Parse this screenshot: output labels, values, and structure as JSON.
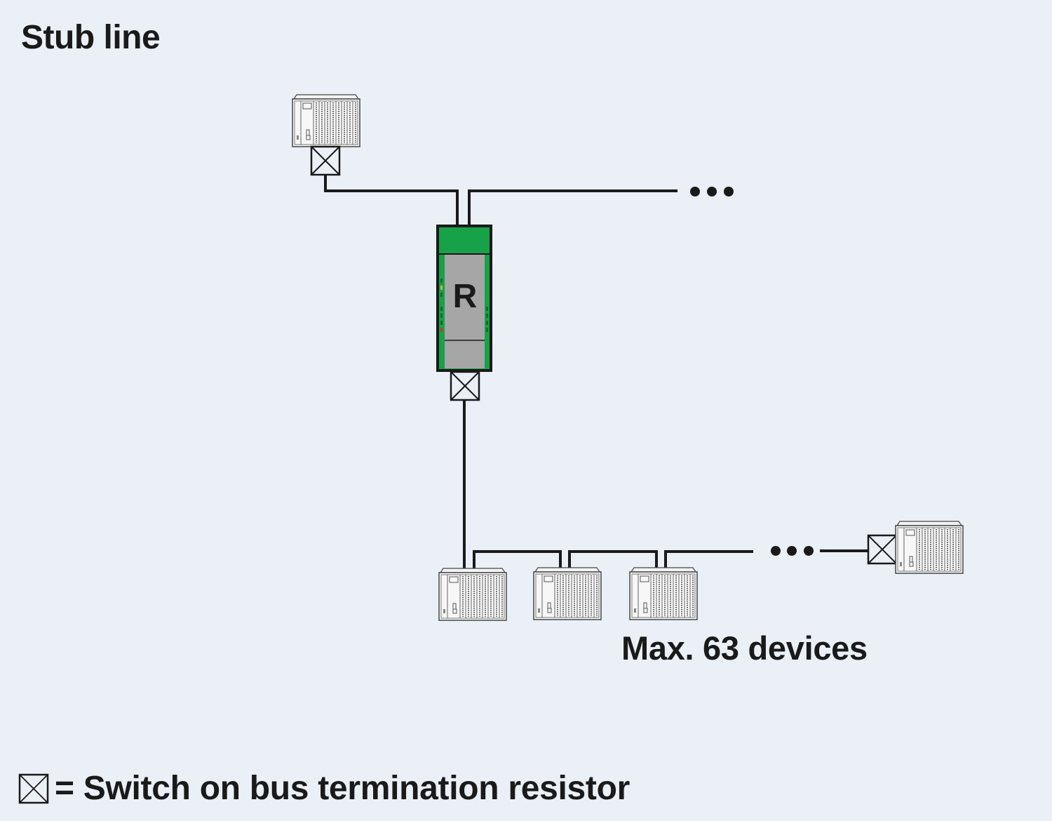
{
  "title": "Stub line",
  "repeater": {
    "label": "R",
    "body_color": "#a6a6a6",
    "accent_color": "#17a24a"
  },
  "device_count_label": "Max. 63 devices",
  "legend": {
    "symbol": "bus-termination-switch",
    "text": "= Switch on bus termination resistor"
  },
  "segments": [
    {
      "name": "upper-segment",
      "devices": 1,
      "continues": true
    },
    {
      "name": "lower-segment",
      "devices": 4,
      "continues": true
    }
  ]
}
